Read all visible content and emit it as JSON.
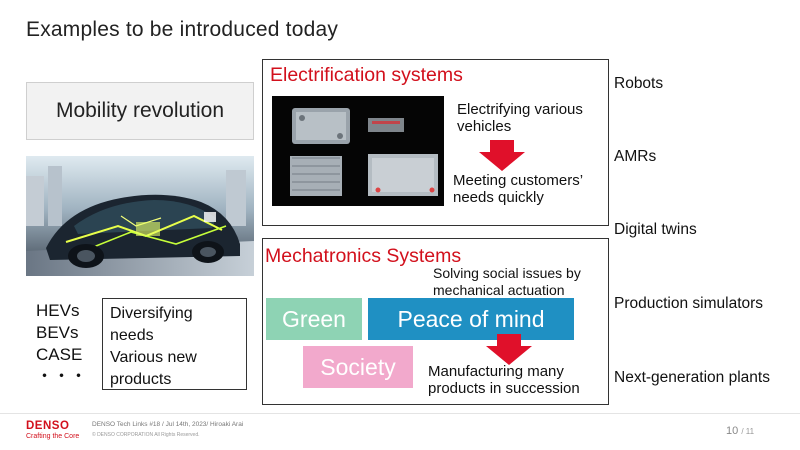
{
  "slide": {
    "title": "Examples to be introduced today",
    "mobility_label": "Mobility revolution",
    "left_list": [
      "HEVs",
      "BEVs",
      "CASE",
      "・・・"
    ],
    "needs_box": [
      "Diversifying",
      "needs",
      "Various new",
      "products"
    ]
  },
  "electrification": {
    "title": "Electrification systems",
    "text_top": [
      "Electrifying various",
      "vehicles"
    ],
    "text_bottom": [
      "Meeting customers’",
      "needs quickly"
    ]
  },
  "mechatronics": {
    "title": "Mechatronics Systems",
    "text_top": [
      "Solving social issues by",
      "mechanical actuation"
    ],
    "tag_green": "Green",
    "tag_peace": "Peace of mind",
    "tag_society": "Society",
    "text_bottom": [
      "Manufacturing many",
      "products in succession"
    ]
  },
  "right_items": [
    "Robots",
    "AMRs",
    "Digital twins",
    "Production simulators",
    "Next-generation plants"
  ],
  "footer": {
    "logo": "DENSO",
    "logo_tagline": "Crafting the Core",
    "event": "DENSO Tech Links #18 / Jul 14th, 2023/ Hiroaki Arai",
    "copyright": "© DENSO CORPORATION All Rights Reserved.",
    "page": "10",
    "page_total": "/ 11"
  },
  "colors": {
    "accent_red": "#d2101c",
    "green_tag": "#8ed3b4",
    "peace_tag": "#1f90c3",
    "society_tag": "#f2a9cc",
    "arrow_red": "#e0102a"
  }
}
